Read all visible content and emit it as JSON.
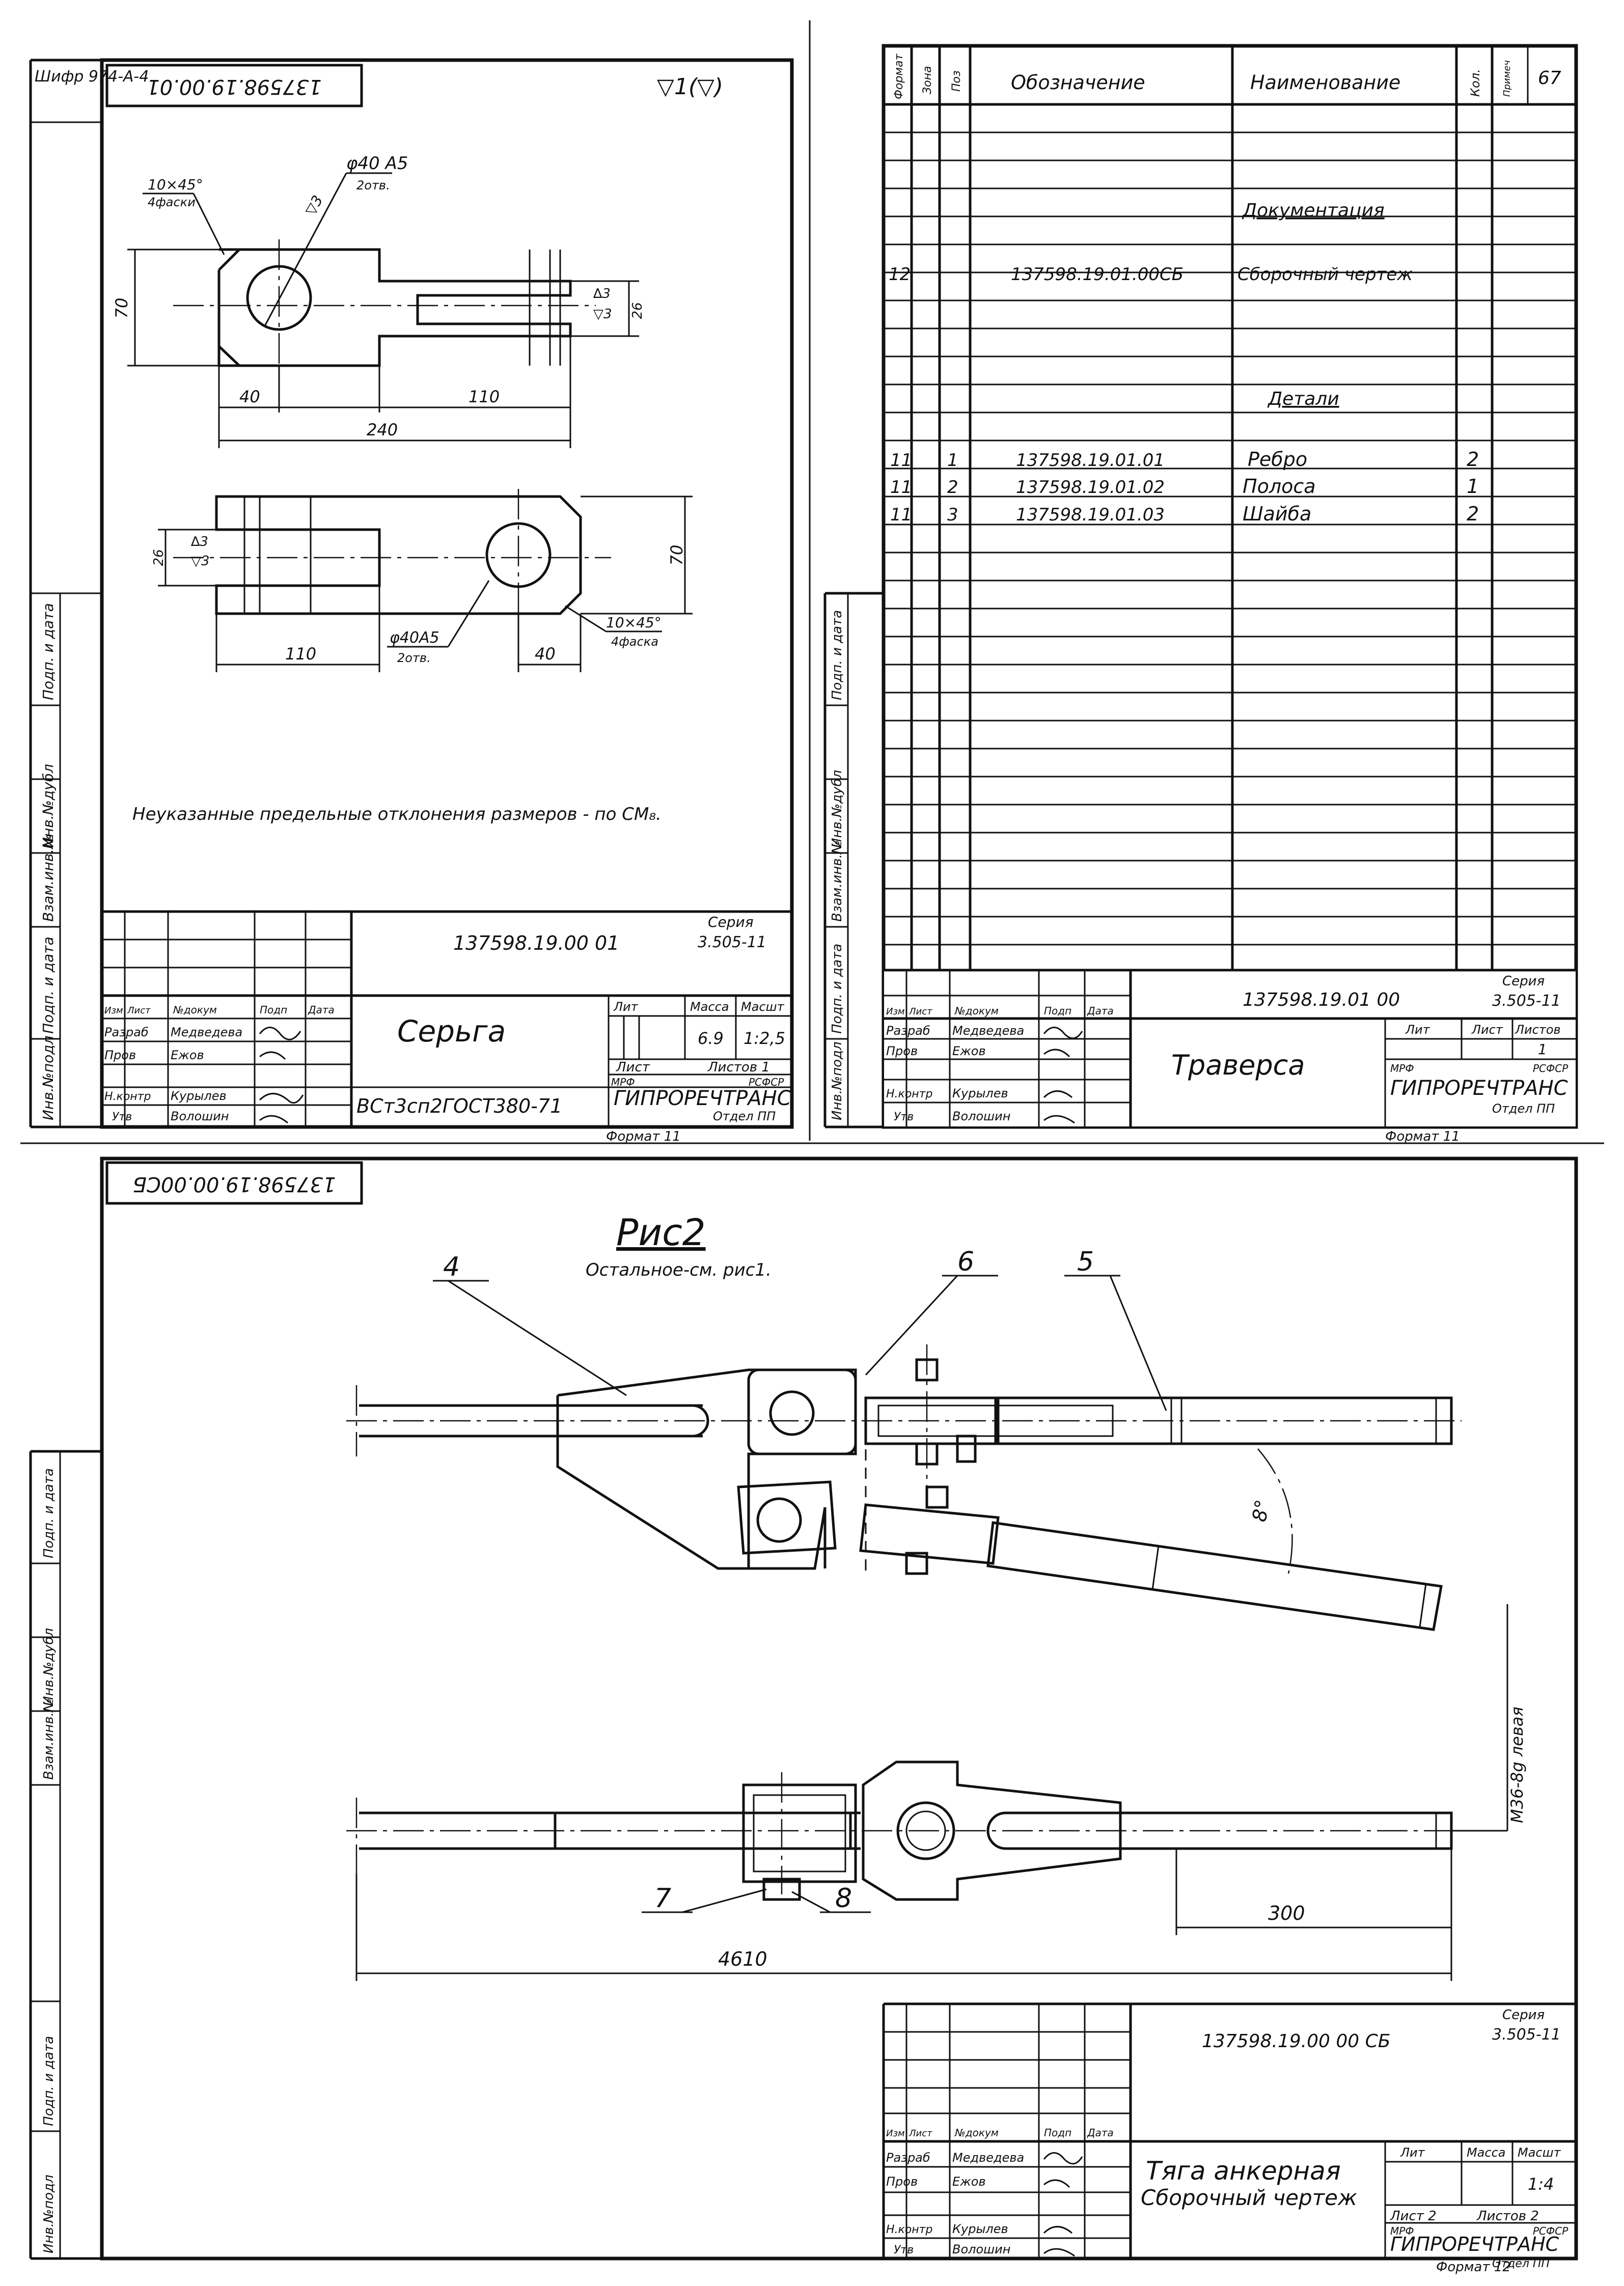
{
  "top_left": {
    "margin_code": "Шифр 974-А-4",
    "rotated_code": "137598.19.00.01",
    "roughness": "▽1(▽)",
    "dims": {
      "chamfer": "10×45°",
      "chamfer_note": "4фаски",
      "hole": "φ40 A5",
      "hole_note": "2отв.",
      "roughness_mark": "▽3",
      "d70": "70",
      "d40": "40",
      "d110": "110",
      "d240": "240",
      "d26": "26",
      "r3": "∆3",
      "v3": "▽3",
      "chamfer_b": "10×45°",
      "chamfer_b_note": "4фаска",
      "hole_b": "φ40A5",
      "hole_b_note": "2отв."
    },
    "note": "Неуказанные предельные отклонения размеров - по СМ₈.",
    "title_block": {
      "doc_no": "137598.19.00 01",
      "series_label": "Серия",
      "series": "3.505-11",
      "name": "Серьга",
      "material": "ВСт3сп2ГОСТ380-71",
      "col_lit": "Лит",
      "col_mass": "Масса",
      "col_scale": "Масшт",
      "mass": "6.9",
      "scale": "1:2,5",
      "sheet": "Лист",
      "sheets": "Листов 1",
      "org1": "МРФ",
      "org2": "РСФСР",
      "org": "ГИПРОРЕЧТРАНС",
      "dept": "Отдел ПП",
      "format": "Формат 11",
      "rows_labels": [
        "Изм",
        "Лист",
        "№докум",
        "Подп",
        "Дата"
      ],
      "roles": [
        "Разраб",
        "Пров",
        "Н.контр",
        "Утв"
      ],
      "people": [
        "Медведева",
        "Ежов",
        "Курылев",
        "Волошин"
      ]
    }
  },
  "side_strip": [
    "Инв.№подл",
    "Подп. и дата",
    "Взам.инв.№",
    "Инв.№дубл",
    "Подп. и дата"
  ],
  "top_right": {
    "headers": [
      "Формат",
      "Зона",
      "Поз",
      "Обозначение",
      "Наименование",
      "Кол.",
      "Примеч"
    ],
    "page": "67",
    "rows": [
      {
        "fmt": "",
        "zone": "",
        "pos": "",
        "code": "",
        "name": "Документация",
        "qty": ""
      },
      {
        "fmt": "12",
        "zone": "",
        "pos": "",
        "code": "137598.19.01.00СБ",
        "name": "Сборочный чертеж",
        "qty": ""
      },
      {
        "fmt": "",
        "zone": "",
        "pos": "",
        "code": "",
        "name": "Детали",
        "qty": ""
      },
      {
        "fmt": "11",
        "zone": "",
        "pos": "1",
        "code": "137598.19.01.01",
        "name": "Ребро",
        "qty": "2"
      },
      {
        "fmt": "11",
        "zone": "",
        "pos": "2",
        "code": "137598.19.01.02",
        "name": "Полоса",
        "qty": "1"
      },
      {
        "fmt": "11",
        "zone": "",
        "pos": "3",
        "code": "137598.19.01.03",
        "name": "Шайба",
        "qty": "2"
      }
    ],
    "title_block": {
      "doc_no": "137598.19.01 00",
      "series_label": "Серия",
      "series": "3.505-11",
      "name": "Траверса",
      "col_lit": "Лит",
      "col_sheet": "Лист",
      "col_sheets": "Листов",
      "sheets_val": "1",
      "org1": "МРФ",
      "org2": "РСФСР",
      "org": "ГИПРОРЕЧТРАНС",
      "dept": "Отдел ПП",
      "format": "Формат 11",
      "rows_labels": [
        "Изм",
        "Лист",
        "№докум",
        "Подп",
        "Дата"
      ],
      "roles": [
        "Разраб",
        "Пров",
        "Н.контр",
        "Утв"
      ],
      "people": [
        "Медведева",
        "Ежов",
        "Курылев",
        "Волошин"
      ]
    }
  },
  "bottom": {
    "rotated_code": "137598.19.00.00СБ",
    "fig_title": "Рис2",
    "fig_sub": "Остальное-см. рис1.",
    "callouts": [
      "4",
      "6",
      "5",
      "7",
      "8"
    ],
    "angle": "8°",
    "thread": "M36-8g левая",
    "d300": "300",
    "d4610": "4610",
    "title_block": {
      "doc_no": "137598.19.00 00 СБ",
      "series_label": "Серия",
      "series": "3.505-11",
      "name": "Тяга анкерная",
      "name2": "Сборочный чертеж",
      "col_lit": "Лит",
      "col_mass": "Масса",
      "col_scale": "Масшт",
      "scale": "1:4",
      "sheet": "Лист 2",
      "sheets": "Листов 2",
      "org1": "МРФ",
      "org2": "РСФСР",
      "org": "ГИПРОРЕЧТРАНС",
      "dept": "Отдел ПП",
      "format": "Формат 12",
      "rows_labels": [
        "Изм",
        "Лист",
        "№докум",
        "Подп",
        "Дата"
      ],
      "roles": [
        "Разраб",
        "Пров",
        "Н.контр",
        "Утв"
      ],
      "people": [
        "Медведева",
        "Ежов",
        "Курылев",
        "Волошин"
      ]
    }
  }
}
